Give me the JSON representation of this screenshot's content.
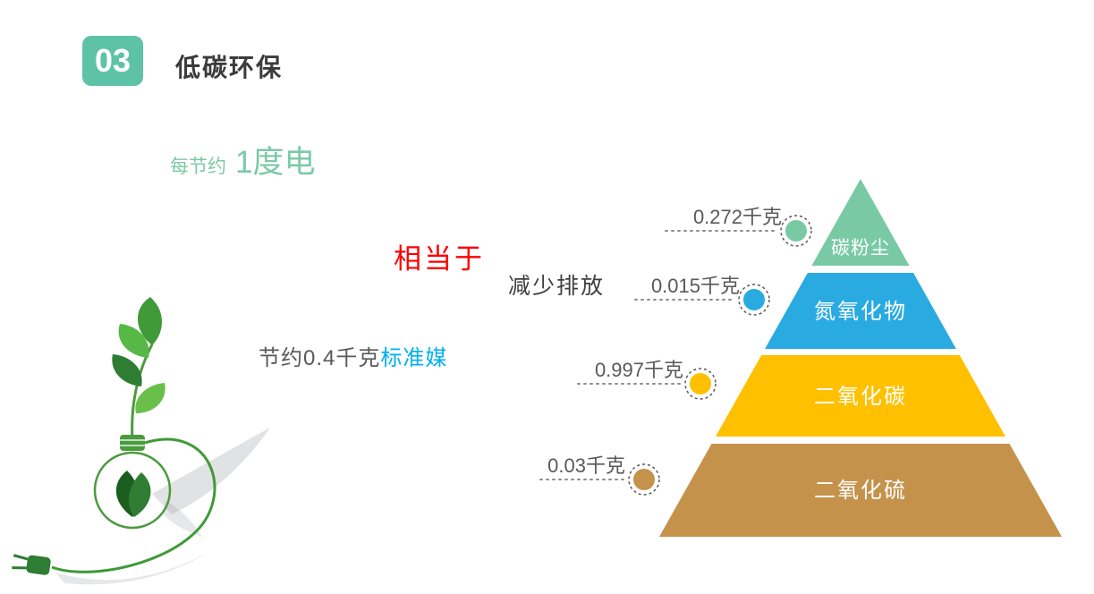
{
  "header": {
    "badge": "03",
    "title": "低碳环保"
  },
  "left": {
    "save_prefix": "每节约",
    "save_value": "1度电",
    "equivalent": "相当于",
    "reduce_label": "减少排放",
    "coal_text": "节约0.4千克",
    "coal_highlight": "标准媒"
  },
  "chart_data": {
    "type": "pyramid",
    "unit": "千克",
    "layers": [
      {
        "label": "碳粉尘",
        "value": "0.272千克",
        "value_kg": 0.272,
        "color": "#79c9a5"
      },
      {
        "label": "氮氧化物",
        "value": "0.015千克",
        "value_kg": 0.015,
        "color": "#29abe2"
      },
      {
        "label": "二氧化碳",
        "value": "0.997千克",
        "value_kg": 0.997,
        "color": "#ffc000"
      },
      {
        "label": "二氧化硫",
        "value": "0.03千克",
        "value_kg": 0.03,
        "color": "#c5924b"
      }
    ]
  },
  "colors": {
    "badge": "#5ec3a6",
    "accent_green": "#7cc9a7",
    "accent_red": "#fe0000",
    "accent_blue": "#00b0f0",
    "text_dark": "#3b3b3b",
    "text_gray": "#595959"
  },
  "illustration": {
    "name": "eco-bulb-plant"
  }
}
